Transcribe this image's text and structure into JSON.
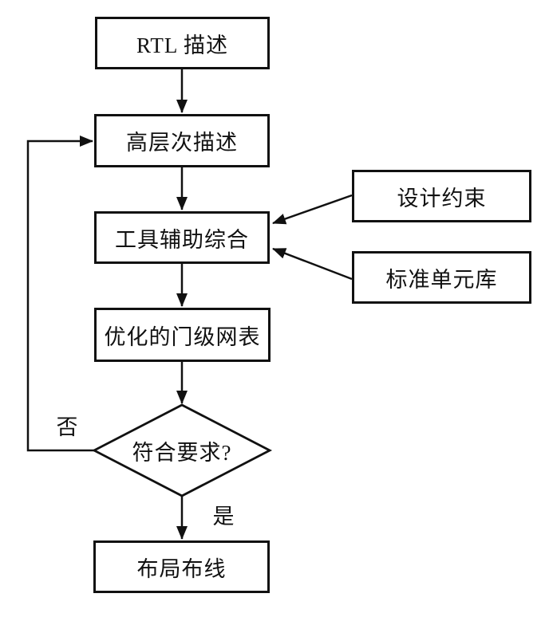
{
  "diagram": {
    "title": "RTL synthesis flowchart",
    "nodes": {
      "rtl": {
        "label": "RTL 描述",
        "shape": "rect"
      },
      "high_level": {
        "label": "高层次描述",
        "shape": "rect"
      },
      "synthesis": {
        "label": "工具辅助综合",
        "shape": "rect"
      },
      "design_constraints": {
        "label": "设计约束",
        "shape": "rect"
      },
      "std_cell_lib": {
        "label": "标准单元库",
        "shape": "rect"
      },
      "netlist": {
        "label": "优化的门级网表",
        "shape": "rect"
      },
      "decision": {
        "label": "符合要求?",
        "shape": "diamond"
      },
      "place_route": {
        "label": "布局布线",
        "shape": "rect"
      }
    },
    "edges": [
      {
        "from": "rtl",
        "to": "high_level",
        "label": ""
      },
      {
        "from": "high_level",
        "to": "synthesis",
        "label": ""
      },
      {
        "from": "design_constraints",
        "to": "synthesis",
        "label": ""
      },
      {
        "from": "std_cell_lib",
        "to": "synthesis",
        "label": ""
      },
      {
        "from": "synthesis",
        "to": "netlist",
        "label": ""
      },
      {
        "from": "netlist",
        "to": "decision",
        "label": ""
      },
      {
        "from": "decision",
        "to": "high_level",
        "label": "否"
      },
      {
        "from": "decision",
        "to": "place_route",
        "label": "是"
      }
    ],
    "edge_labels": {
      "no": "否",
      "yes": "是"
    },
    "colors": {
      "stroke": "#111111",
      "background": "#ffffff"
    }
  }
}
